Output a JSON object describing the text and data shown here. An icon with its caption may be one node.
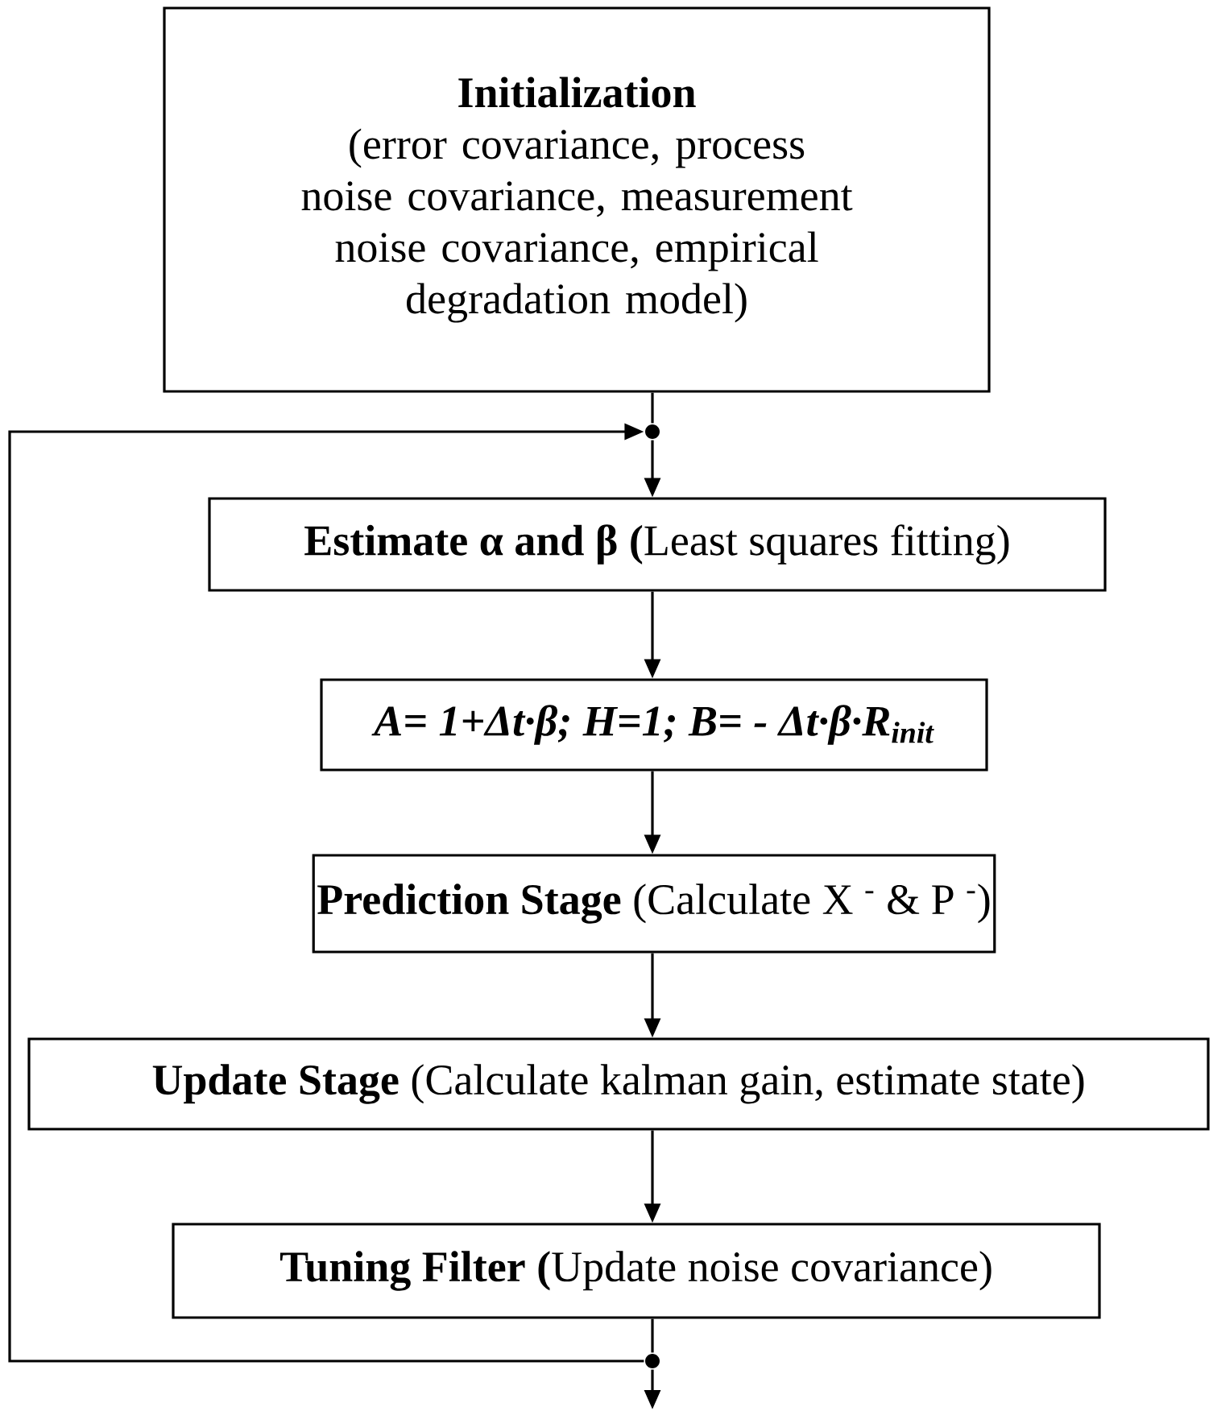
{
  "diagram": {
    "nodes": [
      {
        "text": [
          "Initialization",
          "(error covariance, process noise covariance, measurement noise covariance, empirical degradation model)"
        ]
      },
      {
        "text": [
          "**Estimate α and β (**Least squares fitting)"
        ]
      },
      {
        "text": [
          "A= 1+Δt·β;  H=1; B= - Δt·β·R$_{init}$"
        ]
      },
      {
        "text": [
          "**Prediction Stage** (Calculate X $^{-}$ & P $^{-}$)"
        ]
      },
      {
        "text": [
          "**Update Stage** (Calculate kalman gain, estimate state)"
        ]
      },
      {
        "text": [
          "**Tuning Filter (**Update noise covariance)"
        ]
      },
      {
        "text": [],
        "shape": "circle"
      },
      {
        "text": [],
        "shape": "circle"
      }
    ],
    "edges": [
      {
        "from": 0,
        "to": 6,
        "arrow": "none"
      },
      {
        "from": 6,
        "to": 1,
        "arrow": "to"
      },
      {
        "from": 1,
        "to": 2,
        "arrow": "to"
      },
      {
        "from": 2,
        "to": 3,
        "arrow": "to"
      },
      {
        "from": 3,
        "to": 4,
        "arrow": "to"
      },
      {
        "from": 4,
        "to": 5,
        "arrow": "to"
      },
      {
        "from": 5,
        "to": 7,
        "arrow": "none"
      },
      {
        "from": 7,
        "to": 6,
        "arrow": "to"
      },
      {
        "from": 7,
        "to": null,
        "arrow": "to"
      }
    ]
  }
}
